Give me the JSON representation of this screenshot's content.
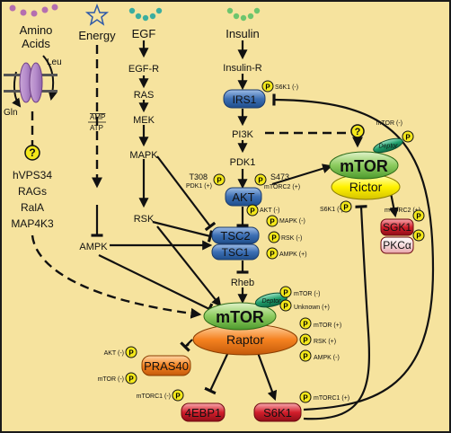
{
  "colors": {
    "background": "#F6E39E",
    "border": "#1A1A1A",
    "nutrient_purple": "#B56FB0",
    "egf_teal": "#3AAE9F",
    "insulin_green": "#6DC56D",
    "blue_node": "#3C6FB4",
    "green_node": "#8CCB5E",
    "yellow_node": "#FFF200",
    "orange_node": "#F58220",
    "red_node": "#D21E2B",
    "p_circle": "#F4E81A",
    "raptor_teal": "#1E9D6B"
  },
  "inputs": {
    "amino_acids_l1": "Amino",
    "amino_acids_l2": "Acids",
    "energy": "Energy",
    "egf": "EGF",
    "insulin": "Insulin",
    "leu": "Leu",
    "gln": "Gln"
  },
  "nodes": {
    "egf_r": "EGF-R",
    "ras": "RAS",
    "mek": "MEK",
    "mapk": "MAPK",
    "rsk": "RSK",
    "insulin_r": "Insulin-R",
    "irs1": "IRS1",
    "pi3k": "PI3K",
    "pdk1": "PDK1",
    "akt": "AKT",
    "tsc2": "TSC2",
    "tsc1": "TSC1",
    "rheb": "Rheb",
    "ampk": "AMPK",
    "amp": "AMP",
    "atp": "ATP",
    "question_mark": "?",
    "aa_mediators": [
      "hVPS34",
      "RAGs",
      "RalA",
      "MAP4K3"
    ],
    "mtorc1_mtor": "mTOR",
    "raptor": "Raptor",
    "deptor": "Deptor",
    "pras40": "PRAS40",
    "ebp1": "4EBP1",
    "s6k1": "S6K1",
    "mtorc2_mtor": "mTOR",
    "rictor": "Rictor",
    "sgk1": "SGK1",
    "pkc": "PKCα"
  },
  "phospho": {
    "p": "P",
    "irs1_s6k1": "S6K1 (-)",
    "akt_t308": "T308",
    "akt_pdk1": "PDK1 (+)",
    "akt_s473": "S473",
    "akt_mtorc2": "mTORC2 (+)",
    "tsc2_akt": "AKT (-)",
    "tsc2_mapk": "MAPK (-)",
    "tsc2_rsk": "RSK (-)",
    "tsc2_ampk": "AMPK (+)",
    "deptor1_mtor": "mTOR (-)",
    "deptor1_unknown": "Unknown (+)",
    "raptor_mtor": "mTOR (+)",
    "raptor_rsk": "RSK (+)",
    "raptor_ampk": "AMPK (-)",
    "pras40_akt": "AKT (-)",
    "pras40_mtor": "mTOR (-)",
    "ebp1_mtorc1": "mTORC1 (-)",
    "s6k1_mtorc1": "mTORC1 (+)",
    "deptor2_mtor": "mTOR (-)",
    "rictor_s6k1": "S6K1 (-)",
    "sgk_mtorc2": "mTORC2 (+)"
  }
}
